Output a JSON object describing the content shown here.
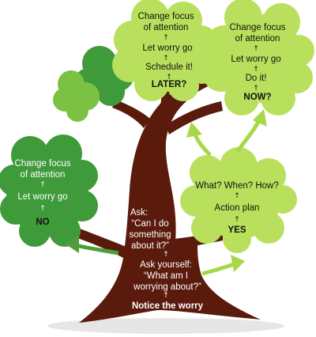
{
  "colors": {
    "trunk": "#5a1a0c",
    "foliage_light": "#b9e05c",
    "foliage_mid": "#7cc242",
    "foliage_dark": "#3f9a3a",
    "arrow": "#a7d84a",
    "arrow_dark": "#4f9d3a"
  },
  "trunk": {
    "notice": "Notice the worry",
    "ask_yourself_1": "Ask yourself:",
    "ask_yourself_2": "“What am I",
    "ask_yourself_3": "worrying about?”",
    "ask_1": "Ask:",
    "ask_2": "“Can I do",
    "ask_3": "something",
    "ask_4": "about it?”"
  },
  "no_branch": {
    "title": "NO",
    "step1": "Let worry go",
    "step2_line1": "Change focus",
    "step2_line2": "of attention"
  },
  "yes_branch": {
    "title": "YES",
    "step1": "Action plan",
    "step2": "What? When? How?"
  },
  "later_branch": {
    "title": "LATER?",
    "step1": "Schedule it!",
    "step2": "Let worry go",
    "step3_line1": "Change focus",
    "step3_line2": "of attention"
  },
  "now_branch": {
    "title": "NOW?",
    "step1": "Do it!",
    "step2": "Let worry go",
    "step3_line1": "Change focus",
    "step3_line2": "of attention"
  }
}
